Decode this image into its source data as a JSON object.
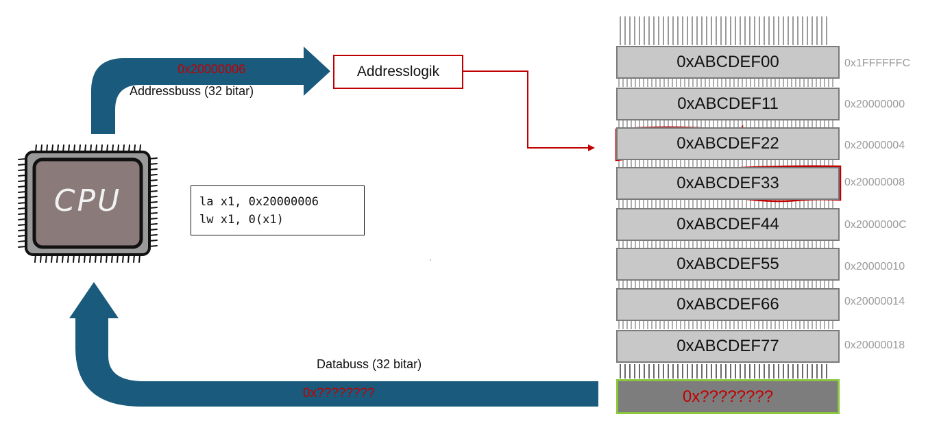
{
  "cpu": {
    "label": "CPU"
  },
  "address_bus": {
    "label": "Addressbuss (32 bitar)",
    "value": "0x20000006"
  },
  "address_logic": {
    "label": "Addresslogik"
  },
  "code": {
    "line1": "la x1, 0x20000006",
    "line2": "lw x1, 0(x1)"
  },
  "data_bus": {
    "label": "Databuss (32 bitar)",
    "value": "0x????????"
  },
  "memory": {
    "cells": [
      {
        "value": "0xABCDEF00",
        "address": "0x1FFFFFFC"
      },
      {
        "value": "0xABCDEF11",
        "address": "0x20000000"
      },
      {
        "value": "0xABCDEF22",
        "address": "0x20000004"
      },
      {
        "value": "0xABCDEF33",
        "address": "0x20000008"
      },
      {
        "value": "0xABCDEF44",
        "address": "0x2000000C"
      },
      {
        "value": "0xABCDEF55",
        "address": "0x20000010"
      },
      {
        "value": "0xABCDEF66",
        "address": "0x20000014"
      },
      {
        "value": "0xABCDEF77",
        "address": "0x20000018"
      }
    ],
    "output": {
      "value": "0x????????"
    }
  },
  "colors": {
    "bus": "#1a5a7c",
    "highlight": "#c00000",
    "output_border": "#8cc63f"
  }
}
